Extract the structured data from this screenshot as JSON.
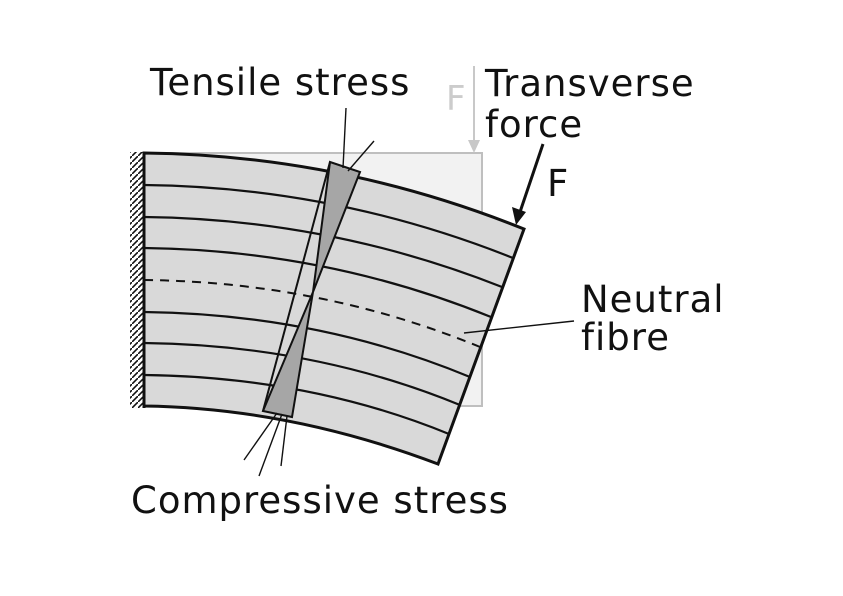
{
  "labels": {
    "tensile": "Tensile stress",
    "transverse_line1": "Transverse",
    "transverse_line2": "force",
    "force_symbol": "F",
    "force_symbol_ghost": "F",
    "neutral_line1": "Neutral",
    "neutral_line2": "fibre",
    "compressive": "Compressive stress"
  },
  "colors": {
    "beam_fill": "#d9d9d9",
    "wedge_fill": "#a6a6a6",
    "ghost_outline": "#bfbfbf",
    "ink": "#111111"
  }
}
